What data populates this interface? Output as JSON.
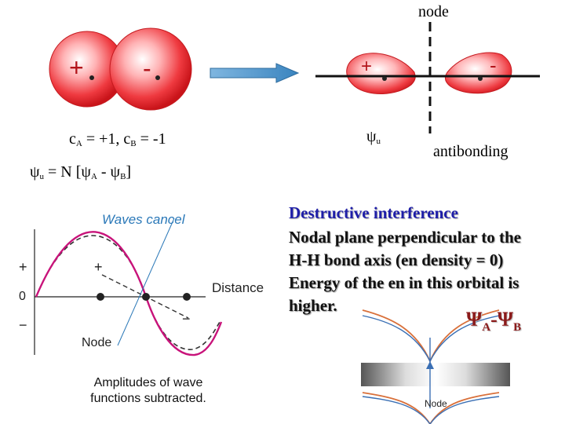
{
  "top": {
    "node_label": "node",
    "atom_a_sign": "+",
    "atom_b_sign": "-",
    "mo_left_sign": "+",
    "mo_right_sign": "-",
    "coeff_c": "c",
    "coeff_a_sub": "A",
    "coeff_a_val": " = +1, c",
    "coeff_b_sub": "B",
    "coeff_b_val": " = -1",
    "psi_label": "ψ",
    "psi_sub": "u",
    "antibonding": "antibonding",
    "formula_parts": [
      "ψ",
      "u",
      " = N [ψ",
      "A",
      " - ψ",
      "B",
      "]"
    ]
  },
  "wave": {
    "title": "Waves cancel",
    "plus": "+",
    "zero": "0",
    "minus": "−",
    "inner_plus": "+",
    "inner_minus": "−",
    "distance": "Distance",
    "node": "Node",
    "caption_line1": "Amplitudes of wave",
    "caption_line2": "functions subtracted."
  },
  "text": {
    "heading": "Destructive interference",
    "line1": "Nodal plane perpendicular to the",
    "line2": "H-H bond axis (en density = 0)",
    "line3": "Energy of the en in this orbital is",
    "line4": "higher."
  },
  "energy": {
    "psi_a": "Ψ",
    "sub_a": "A",
    "dash": "-",
    "psi_b": "Ψ",
    "sub_b": "B",
    "node_label": "Node"
  },
  "colors": {
    "orbital_red": "#e8262b",
    "heading_blue": "#1e1ea8",
    "wave_magenta": "#c8137a",
    "curve_orange": "#d9703a",
    "curve_blue": "#3a6fb4"
  }
}
